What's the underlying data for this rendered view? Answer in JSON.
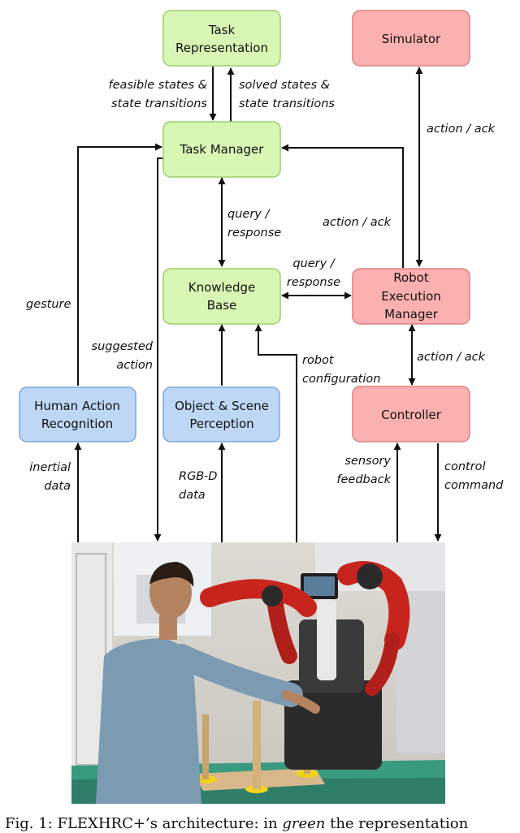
{
  "colors": {
    "green_fill": "#d9f7b4",
    "green_stroke": "#9bcf6a",
    "red_fill": "#fbb1b1",
    "red_stroke": "#e07f7f",
    "blue_fill": "#bfd7f6",
    "blue_stroke": "#7ea6d8",
    "arrow": "#111111"
  },
  "nodes": {
    "task_representation": {
      "lines": [
        "Task",
        "Representation"
      ],
      "group": "green"
    },
    "task_manager": {
      "lines": [
        "Task Manager"
      ],
      "group": "green"
    },
    "knowledge_base": {
      "lines": [
        "Knowledge",
        "Base"
      ],
      "group": "green"
    },
    "simulator": {
      "lines": [
        "Simulator"
      ],
      "group": "red"
    },
    "robot_execution_manager": {
      "lines": [
        "Robot",
        "Execution",
        "Manager"
      ],
      "group": "red"
    },
    "controller": {
      "lines": [
        "Controller"
      ],
      "group": "red"
    },
    "human_action_recognition": {
      "lines": [
        "Human Action",
        "Recognition"
      ],
      "group": "blue"
    },
    "object_scene_perception": {
      "lines": [
        "Object & Scene",
        "Perception"
      ],
      "group": "blue"
    }
  },
  "edge_labels": {
    "feasible_states": [
      "feasible states &",
      "state transitions"
    ],
    "solved_states": [
      "solved states &",
      "state transitions"
    ],
    "sim_action_ack": [
      "action / ack"
    ],
    "rem_action_ack": [
      "action / ack"
    ],
    "tm_kb_query": [
      "query /",
      "response"
    ],
    "kb_rem_query": [
      "query /",
      "response"
    ],
    "gesture": [
      "gesture"
    ],
    "suggested_action": [
      "suggested",
      "action"
    ],
    "robot_configuration": [
      "robot",
      "configuration"
    ],
    "ctrl_action_ack": [
      "action / ack"
    ],
    "inertial_data": [
      "inertial",
      "data"
    ],
    "rgbd_data": [
      "RGB-D",
      "data"
    ],
    "sensory_feedback": [
      "sensory",
      "feedback"
    ],
    "control_command": [
      "control",
      "command"
    ]
  },
  "caption": {
    "prefix": "Fig. 1: ",
    "name": "FLEXHRC+",
    "rest": "’s architecture: in ",
    "green_word": "green",
    "tail": " the representation"
  }
}
